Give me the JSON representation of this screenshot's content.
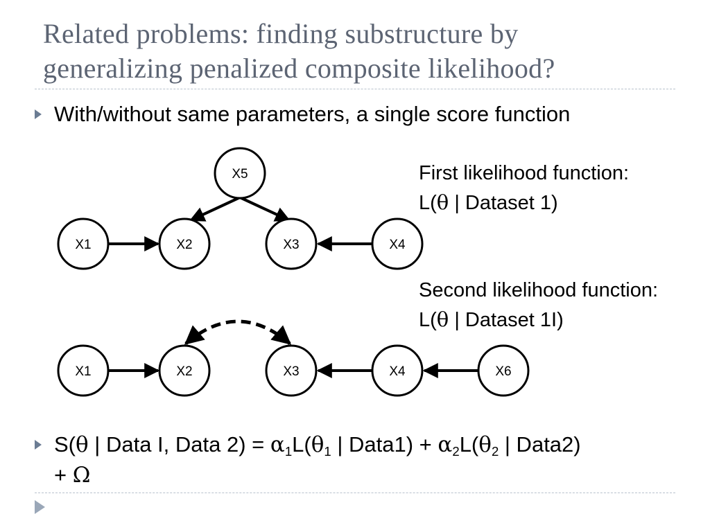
{
  "title": {
    "line1": "Related problems: finding substructure by",
    "line2": "generalizing penalized composite likelihood?"
  },
  "bullet1": "With/without same parameters, a single score function",
  "likelihood1": {
    "label": "First likelihood function:",
    "expr_prefix": "L(",
    "theta": "θ",
    "expr_suffix": " | Dataset 1)"
  },
  "likelihood2": {
    "label": "Second likelihood function:",
    "expr_prefix": "L(",
    "theta": "θ",
    "expr_suffix": " | Dataset 1I)"
  },
  "graph1": {
    "nodes": [
      "X5",
      "X1",
      "X2",
      "X3",
      "X4"
    ]
  },
  "graph2": {
    "nodes": [
      "X1",
      "X2",
      "X3",
      "X4",
      "X6"
    ]
  },
  "equation": {
    "s": "S(",
    "theta": "θ",
    "part1": " | Data I, Data 2) = ",
    "alpha": "α",
    "sub1": "1",
    "l1": "L(",
    "theta_1": "θ",
    "sub_t1": "1",
    "part2": " | Data1) + ",
    "alpha2": "α",
    "sub2": "2",
    "l2": "L(",
    "theta_2": "θ",
    "sub_t2": "2",
    "part3": " | Data2)",
    "line2_plus": "+ ",
    "omega": "Ω"
  }
}
